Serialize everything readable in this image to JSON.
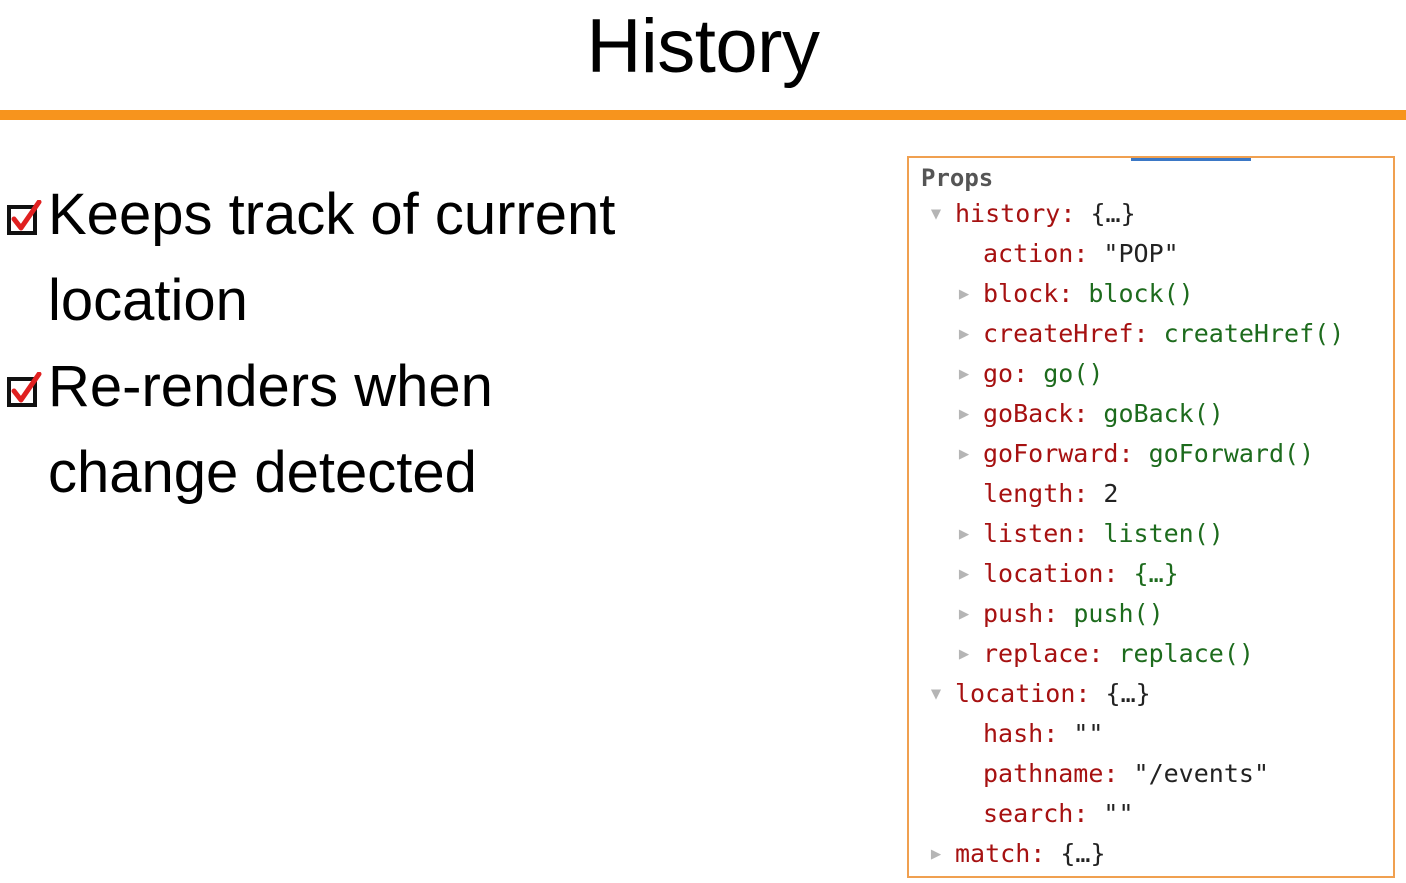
{
  "slide": {
    "title": "History"
  },
  "bullets": [
    {
      "lines": [
        "Keeps track of current",
        "location"
      ],
      "checked": true
    },
    {
      "lines": [
        "Re-renders when",
        "change detected"
      ],
      "checked": true
    }
  ],
  "props": {
    "header": "Props",
    "rows": [
      {
        "key": "history",
        "value": "{…}",
        "type": "obj",
        "arrow": "expanded",
        "depth": 0
      },
      {
        "key": "action",
        "value": "\"POP\"",
        "type": "str",
        "arrow": "none",
        "depth": 1
      },
      {
        "key": "block",
        "value": "block()",
        "type": "fn",
        "arrow": "collapsed",
        "depth": 1
      },
      {
        "key": "createHref",
        "value": "createHref()",
        "type": "fn",
        "arrow": "collapsed",
        "depth": 1
      },
      {
        "key": "go",
        "value": "go()",
        "type": "fn",
        "arrow": "collapsed",
        "depth": 1
      },
      {
        "key": "goBack",
        "value": "goBack()",
        "type": "fn",
        "arrow": "collapsed",
        "depth": 1
      },
      {
        "key": "goForward",
        "value": "goForward()",
        "type": "fn",
        "arrow": "collapsed",
        "depth": 1
      },
      {
        "key": "length",
        "value": "2",
        "type": "num",
        "arrow": "none",
        "depth": 1
      },
      {
        "key": "listen",
        "value": "listen()",
        "type": "fn",
        "arrow": "collapsed",
        "depth": 1
      },
      {
        "key": "location",
        "value": "{…}",
        "type": "fn",
        "arrow": "collapsed",
        "depth": 1
      },
      {
        "key": "push",
        "value": "push()",
        "type": "fn",
        "arrow": "collapsed",
        "depth": 1
      },
      {
        "key": "replace",
        "value": "replace()",
        "type": "fn",
        "arrow": "collapsed",
        "depth": 1
      },
      {
        "key": "location",
        "value": "{…}",
        "type": "obj",
        "arrow": "expanded",
        "depth": 0
      },
      {
        "key": "hash",
        "value": "\"\"",
        "type": "str",
        "arrow": "none",
        "depth": 1
      },
      {
        "key": "pathname",
        "value": "\"/events\"",
        "type": "str",
        "arrow": "none",
        "depth": 1
      },
      {
        "key": "search",
        "value": "\"\"",
        "type": "str",
        "arrow": "none",
        "depth": 1
      },
      {
        "key": "match",
        "value": "{…}",
        "type": "obj",
        "arrow": "collapsed",
        "depth": 0
      }
    ]
  },
  "colors": {
    "accent_rule": "#f7941d",
    "panel_border": "#f0a050",
    "prop_key": "#a61111",
    "prop_fn": "#1d6b1d",
    "check_mark": "#e02020"
  },
  "icons": {
    "checkbox": "checked-checkbox-icon",
    "expanded": "triangle-down-icon",
    "collapsed": "triangle-right-icon"
  }
}
